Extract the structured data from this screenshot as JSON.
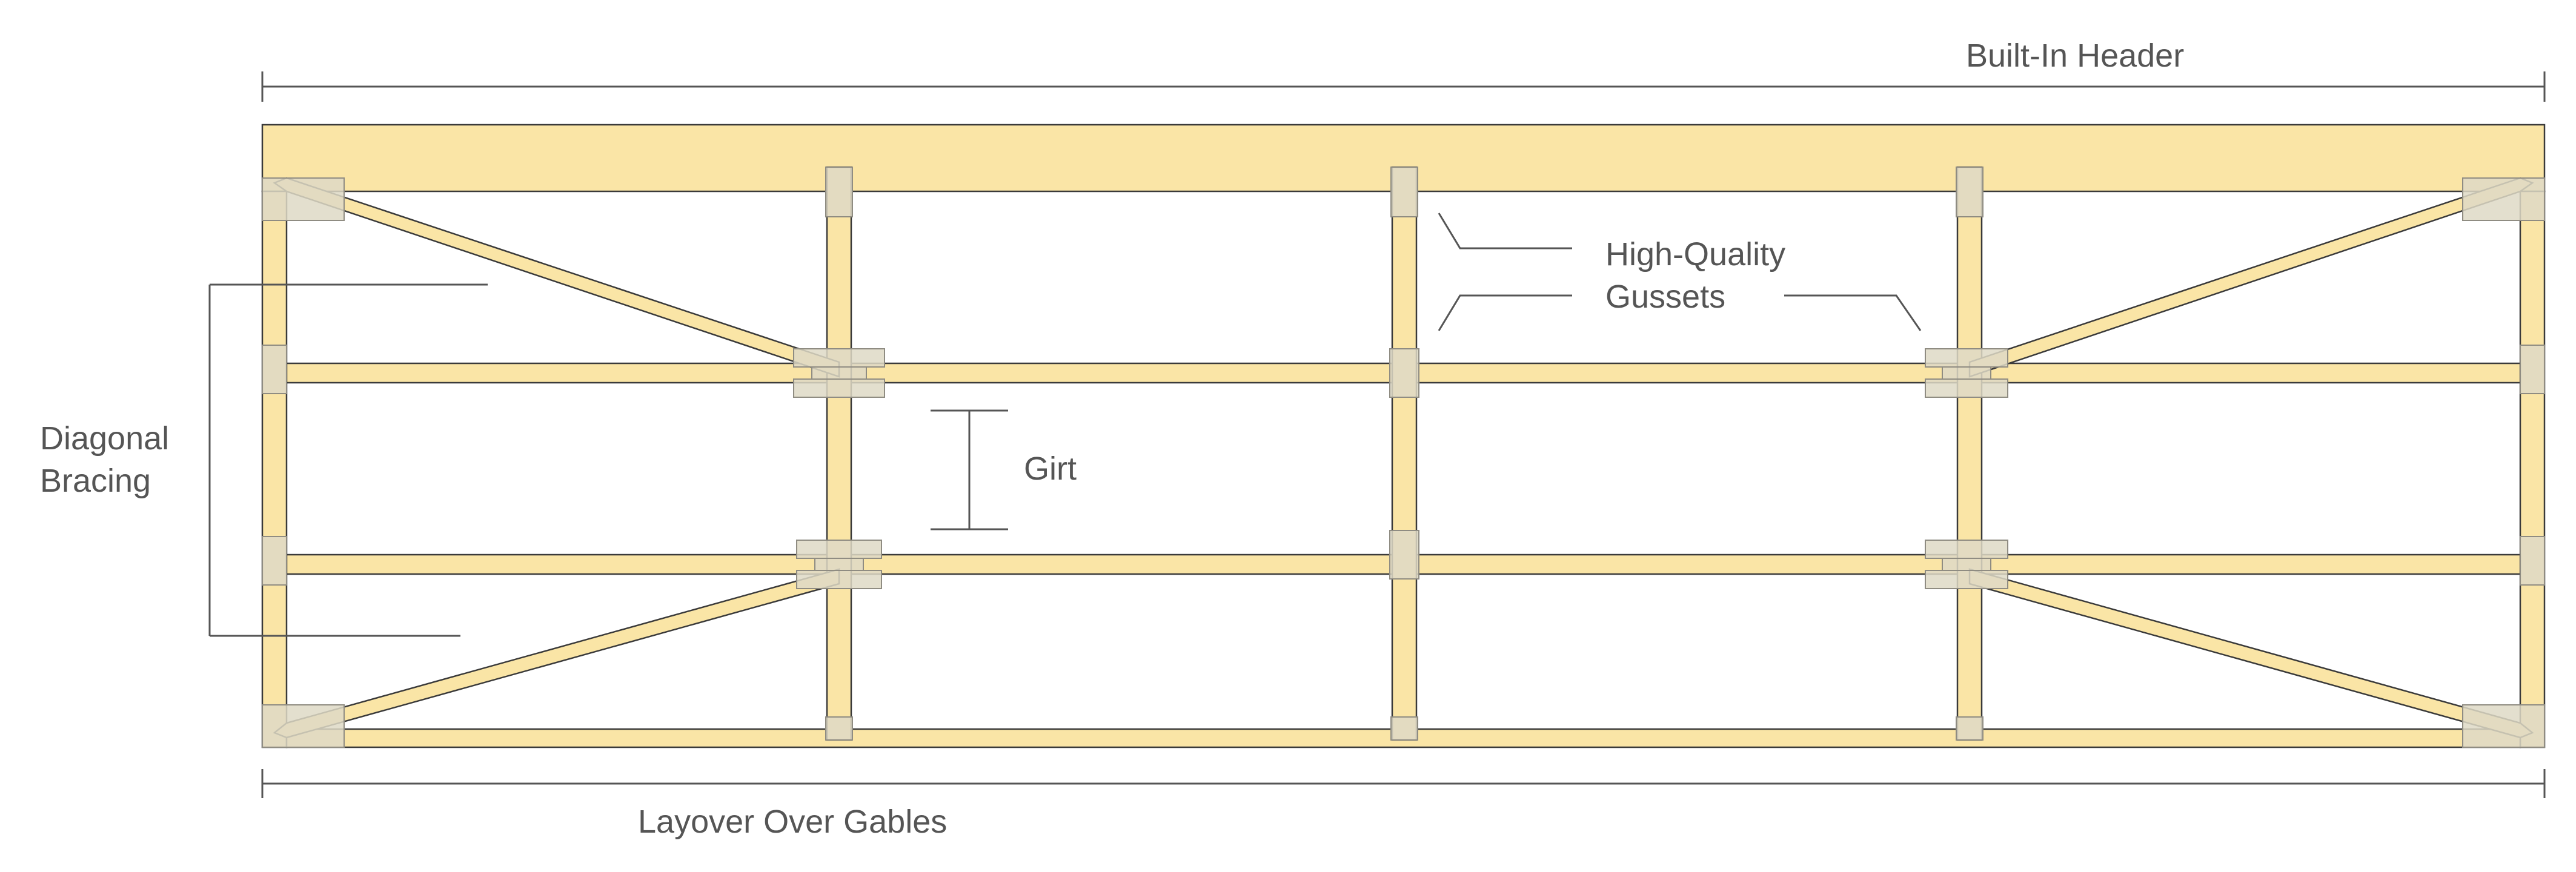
{
  "labels": {
    "top_dimension": "Built-In Header",
    "bottom_dimension": "Layover Over Gables",
    "left_callout_line1": "Diagonal",
    "left_callout_line2": "Bracing",
    "girt": "Girt",
    "gussets_line1": "High-Quality",
    "gussets_line2": "Gussets"
  },
  "colors": {
    "wood": "#FAE5A6",
    "gusset": "#DED9C6",
    "line": "#3a3a3a",
    "text": "#555555"
  }
}
